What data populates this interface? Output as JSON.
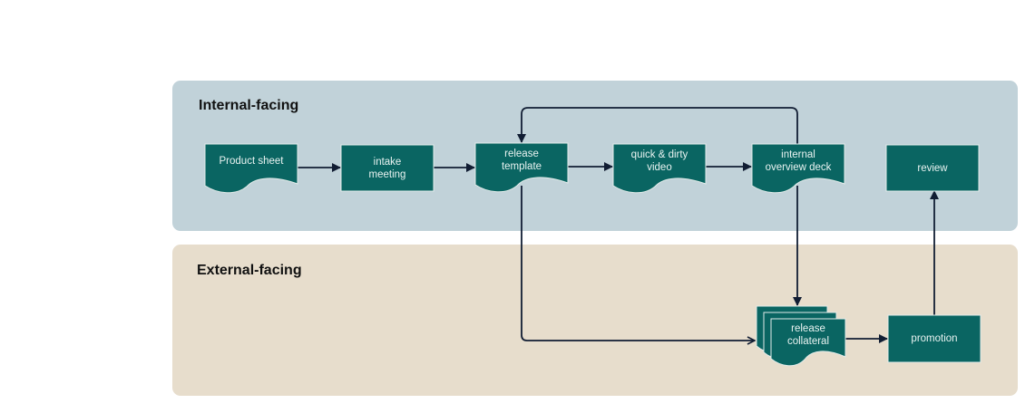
{
  "colors": {
    "node_fill": "#0a6562",
    "node_stroke": "#e3ecea",
    "edge": "#111d33",
    "internal_panel": "#c1d2d9",
    "external_panel": "#e7ddcc"
  },
  "lanes": {
    "internal": {
      "title": "Internal-facing"
    },
    "external": {
      "title": "External-facing"
    }
  },
  "nodes": {
    "product_sheet": {
      "label": "Product sheet",
      "shape": "document"
    },
    "intake_meeting": {
      "label": "intake\nmeeting",
      "shape": "process"
    },
    "release_template": {
      "label": "release\ntemplate",
      "shape": "document"
    },
    "quick_dirty_video": {
      "label": "quick & dirty\nvideo",
      "shape": "document"
    },
    "internal_overview_deck": {
      "label": "internal\noverview deck",
      "shape": "document"
    },
    "review": {
      "label": "review",
      "shape": "process"
    },
    "release_collateral": {
      "label": "release\ncollateral",
      "shape": "multi-document"
    },
    "promotion": {
      "label": "promotion",
      "shape": "process"
    }
  },
  "edges": [
    {
      "from": "product_sheet",
      "to": "intake_meeting"
    },
    {
      "from": "intake_meeting",
      "to": "release_template"
    },
    {
      "from": "release_template",
      "to": "quick_dirty_video"
    },
    {
      "from": "quick_dirty_video",
      "to": "internal_overview_deck"
    },
    {
      "from": "internal_overview_deck",
      "to": "release_template"
    },
    {
      "from": "internal_overview_deck",
      "to": "release_collateral"
    },
    {
      "from": "release_template",
      "to": "release_collateral"
    },
    {
      "from": "release_collateral",
      "to": "promotion"
    },
    {
      "from": "promotion",
      "to": "review"
    }
  ]
}
